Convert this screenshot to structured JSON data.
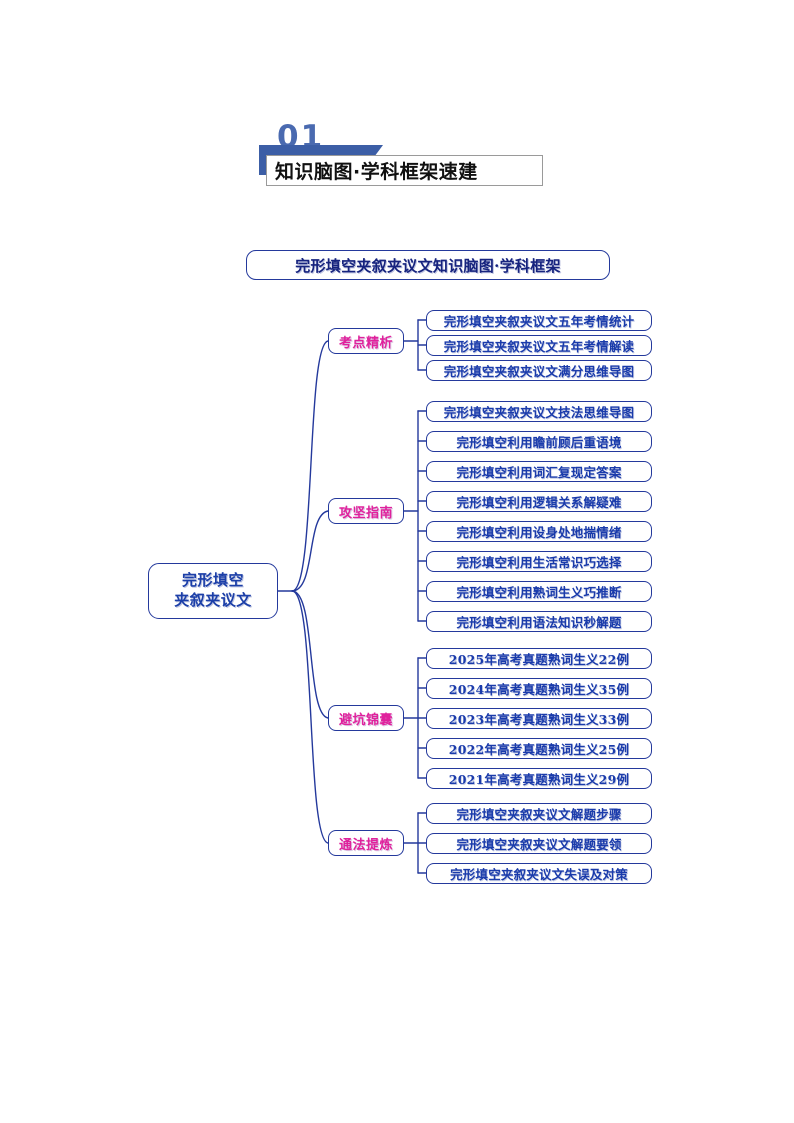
{
  "banner": {
    "number": "01",
    "title": "知识脑图·学科框架速建"
  },
  "mindmap": {
    "title_node": "完形填空夹叙夹议文知识脑图·学科框架",
    "root": {
      "line1": "完形填空",
      "line2": "夹叙夹议文"
    },
    "branches": [
      {
        "label": "考点精析",
        "leaves": [
          "完形填空夹叙夹议文五年考情统计",
          "完形填空夹叙夹议文五年考情解读",
          "完形填空夹叙夹议文满分思维导图"
        ]
      },
      {
        "label": "攻坚指南",
        "leaves": [
          "完形填空夹叙夹议文技法思维导图",
          "完形填空利用瞻前顾后重语境",
          "完形填空利用词汇复现定答案",
          "完形填空利用逻辑关系解疑难",
          "完形填空利用设身处地揣情绪",
          "完形填空利用生活常识巧选择",
          "完形填空利用熟词生义巧推断",
          "完形填空利用语法知识秒解题"
        ]
      },
      {
        "label": "避坑锦囊",
        "leaves": [
          "2025年高考真题熟词生义22例",
          "2024年高考真题熟词生义35例",
          "2023年高考真题熟词生义33例",
          "2022年高考真题熟词生义25例",
          "2021年高考真题熟词生义29例"
        ]
      },
      {
        "label": "通法提炼",
        "leaves": [
          "完形填空夹叙夹议文解题步骤",
          "完形填空夹叙夹议文解题要领",
          "完形填空夹叙夹议文失误及对策"
        ]
      }
    ]
  },
  "colors": {
    "node_border": "#24399c",
    "leaf_text": "#1a3bab",
    "branch_text": "#e0219c",
    "root_text": "#1c3fa8",
    "banner_blue": "#3c5ea6",
    "banner_number": "#4a6ab0",
    "link_line": "#24399c"
  }
}
